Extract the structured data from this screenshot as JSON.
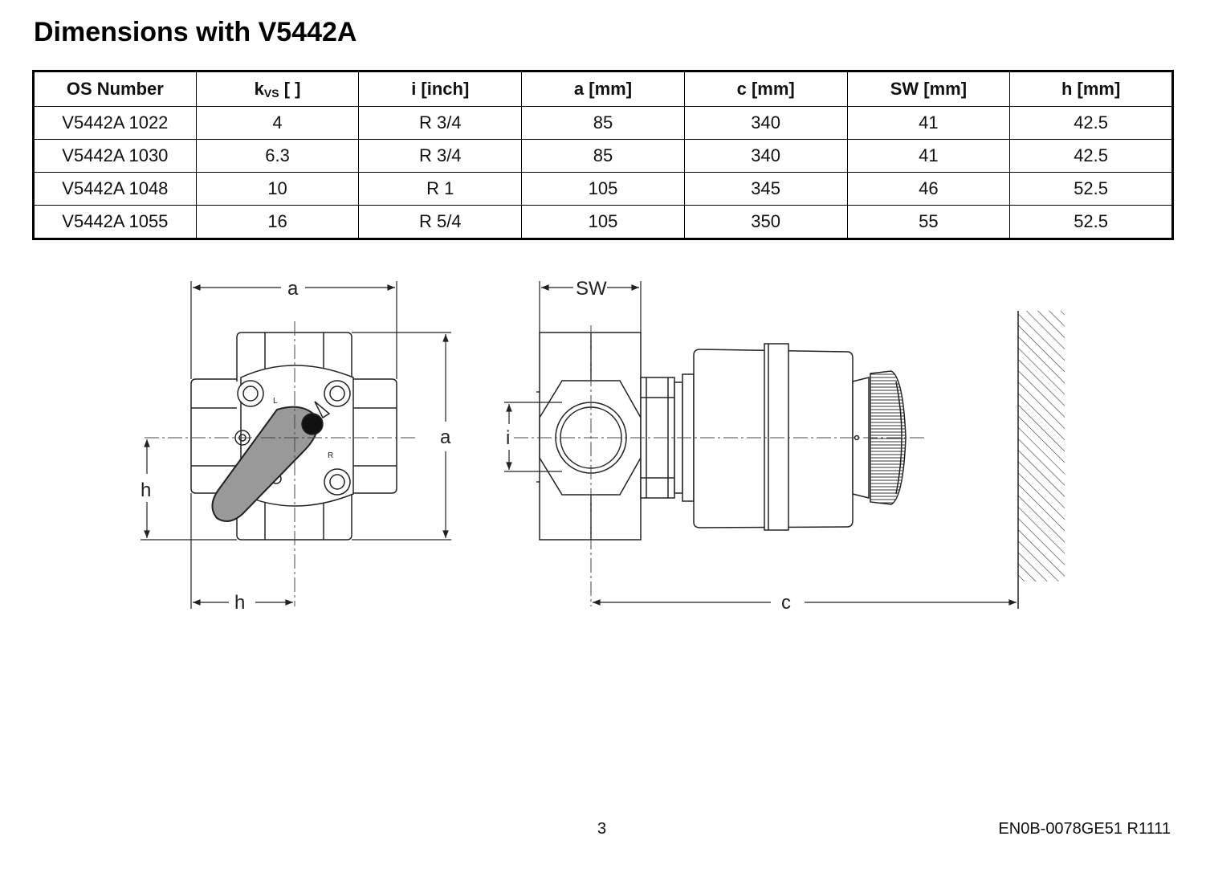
{
  "page": {
    "heading": "Dimensions with V5442A",
    "page_number": "3",
    "doc_code": "EN0B-0078GE51 R1111"
  },
  "table": {
    "headers": [
      {
        "text": "OS Number"
      },
      {
        "text": "k",
        "sub": "VS",
        "suffix": " [ ]"
      },
      {
        "text": "i [inch]"
      },
      {
        "text": "a [mm]"
      },
      {
        "text": "c [mm]"
      },
      {
        "text": "SW [mm]"
      },
      {
        "text": "h [mm]"
      }
    ],
    "rows": [
      [
        "V5442A 1022",
        "4",
        "R 3/4",
        "85",
        "340",
        "41",
        "42.5"
      ],
      [
        "V5442A 1030",
        "6.3",
        "R 3/4",
        "85",
        "340",
        "41",
        "42.5"
      ],
      [
        "V5442A 1048",
        "10",
        "R 1",
        "105",
        "345",
        "46",
        "52.5"
      ],
      [
        "V5442A 1055",
        "16",
        "R 5/4",
        "105",
        "350",
        "55",
        "52.5"
      ]
    ]
  },
  "drawing": {
    "labels": {
      "a_top": "a",
      "a_side": "a",
      "h_side": "h",
      "h_bottom": "h",
      "sw": "SW",
      "i": "i",
      "c": "c",
      "mark_l": "L",
      "mark_r": "R"
    }
  }
}
